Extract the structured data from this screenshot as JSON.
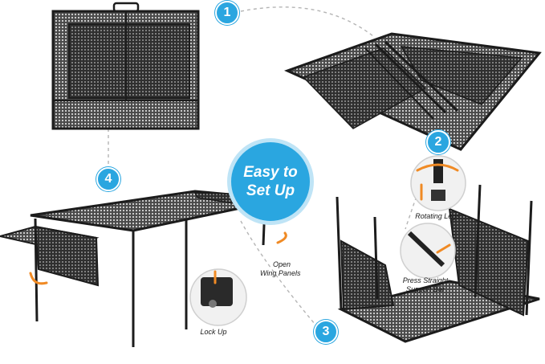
{
  "steps": [
    "1",
    "2",
    "3",
    "4"
  ],
  "badge": {
    "line1": "Easy to",
    "line2": "Set Up"
  },
  "labels": {
    "rotating_legs": "Rotating Legs",
    "press_straight_1": "Press Straight",
    "press_straight_2": "Support Bar",
    "open_wing_1": "Open",
    "open_wing_2": "Wing Panels",
    "lock_up": "Lock Up"
  },
  "colors": {
    "accent": "#2aa6e0",
    "arrow": "#f08a24",
    "frame": "#1c1c1c",
    "mesh": "#3a3a3a"
  }
}
